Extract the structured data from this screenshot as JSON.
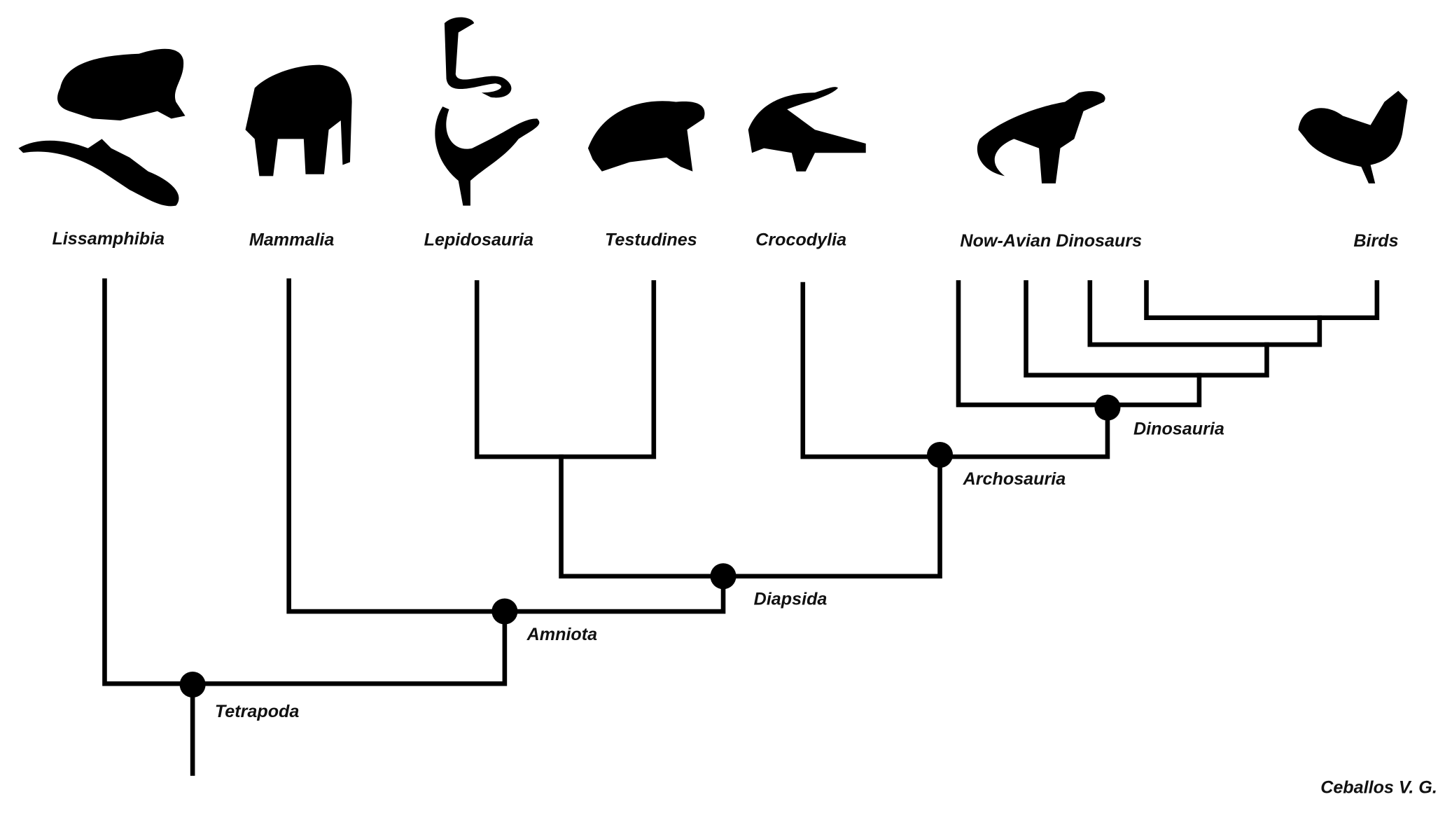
{
  "taxa": [
    "Lissamphibia",
    "Mammalia",
    "Lepidosauria",
    "Testudines",
    "Crocodylia",
    "Now-Avian Dinosaurs",
    "Birds"
  ],
  "nodes": {
    "tetrapoda": "Tetrapoda",
    "amniota": "Amniota",
    "diapsida": "Diapsida",
    "archosauria": "Archosauria",
    "dinosauria": "Dinosauria"
  },
  "credit": "Ceballos V. G.",
  "icons": [
    "frog-silhouette",
    "gecko-silhouette",
    "elephant-silhouette",
    "snake-silhouette",
    "lizard-silhouette",
    "turtle-silhouette",
    "crocodile-silhouette",
    "theropod-silhouette",
    "rooster-silhouette"
  ],
  "colors": {
    "ink": "#000000",
    "background": "#ffffff"
  }
}
